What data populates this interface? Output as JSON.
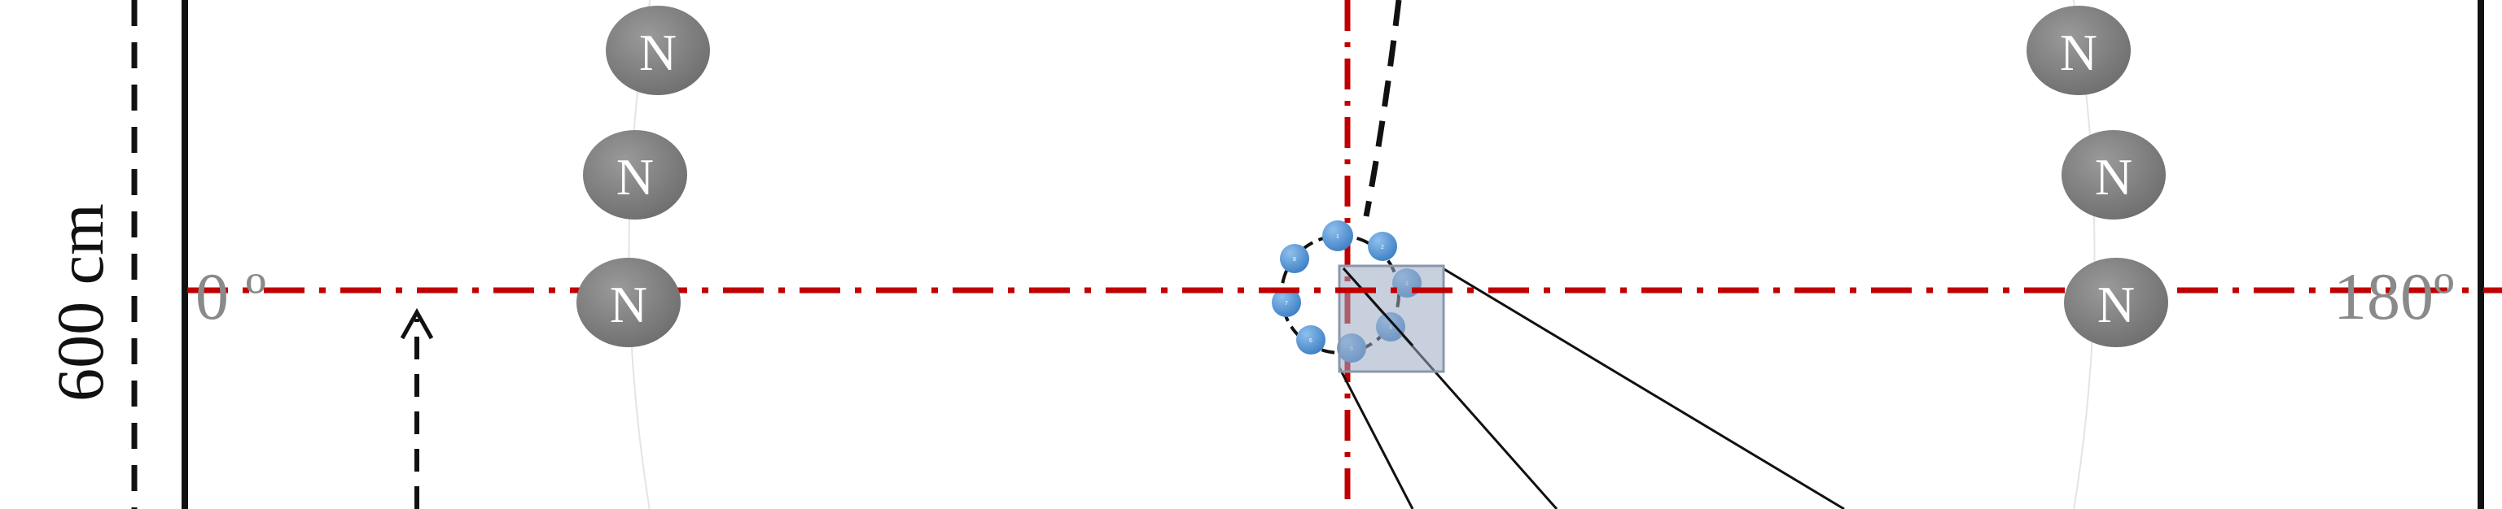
{
  "dimension_label": "600 cm",
  "angle_start": "0 º",
  "angle_end": "180º",
  "detector_label": "N",
  "left_detectors": [
    "N",
    "N",
    "N"
  ],
  "right_detectors": [
    "N",
    "N",
    "N"
  ],
  "ring_nodes": [
    "1",
    "2",
    "3",
    "4",
    "5",
    "6",
    "7",
    "8"
  ],
  "colors": {
    "red_axis": "#c00000",
    "detector_fill": "#7f7f7f",
    "node_fill": "#5b9bd5",
    "box_fill": "#b8c4d6"
  }
}
